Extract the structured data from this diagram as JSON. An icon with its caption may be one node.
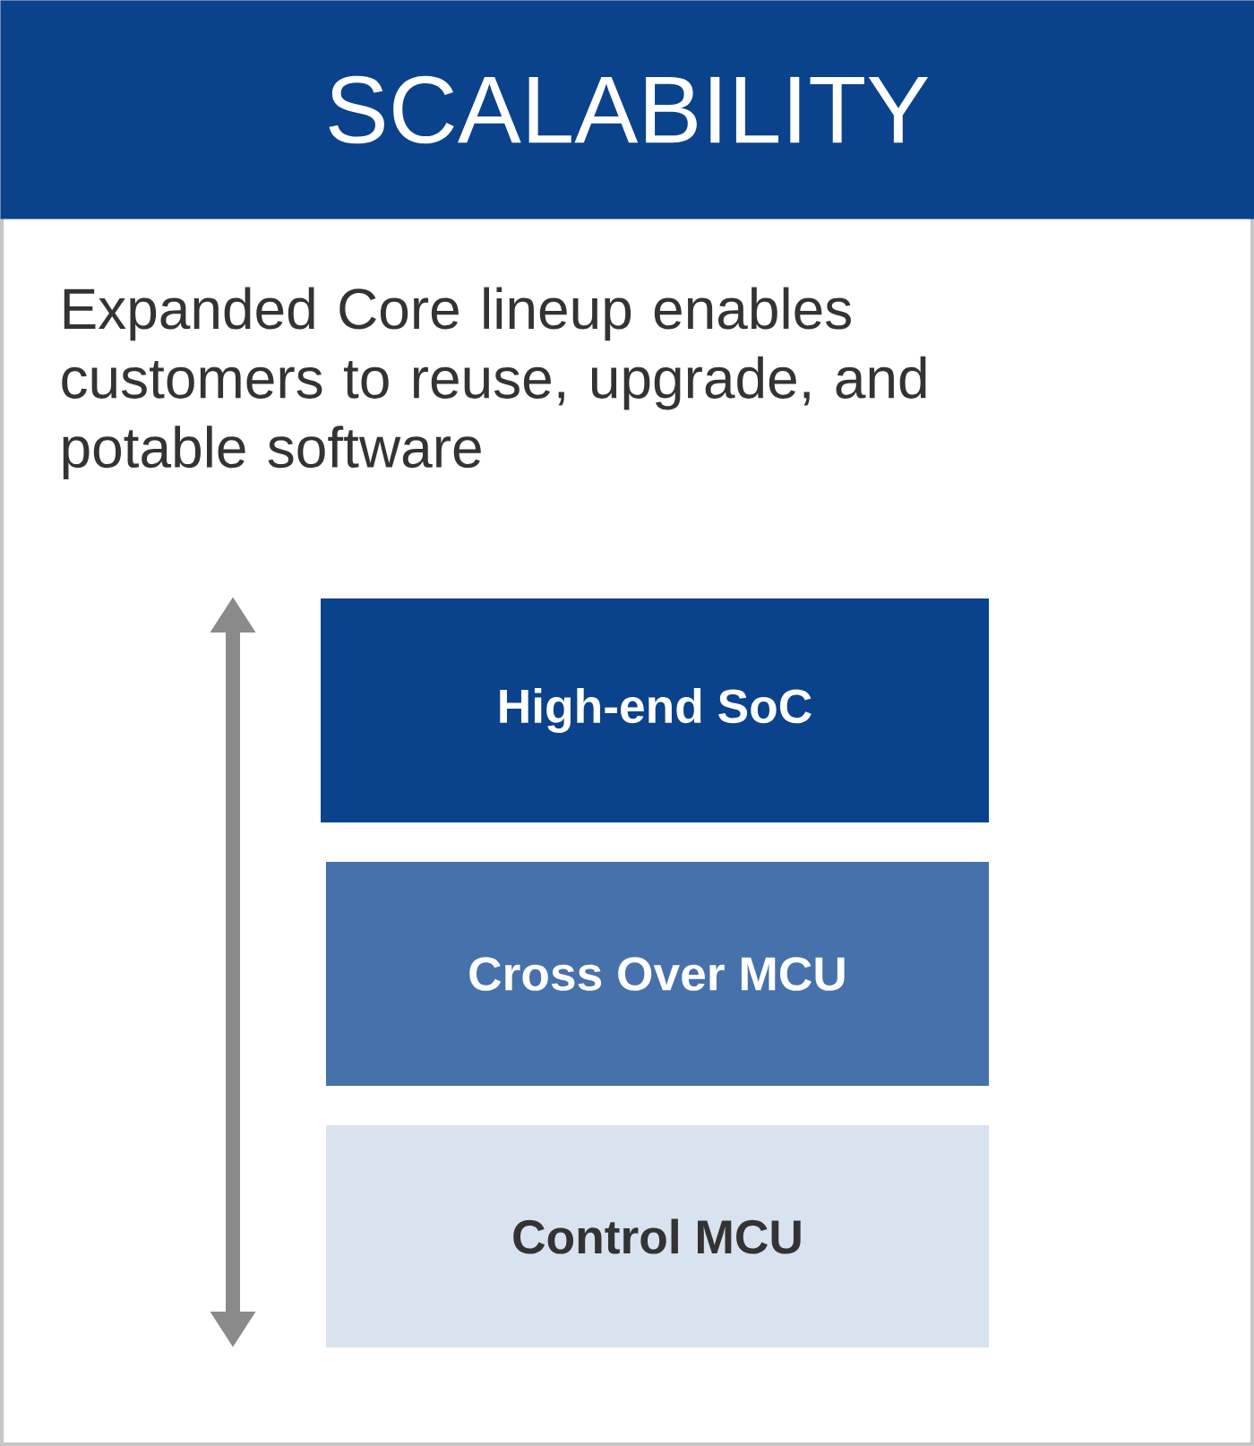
{
  "diagram": {
    "title": "SCALABILITY",
    "nodes": [
      {
        "text": [
          "High-end SoC"
        ]
      },
      {
        "text": [
          "Cross Over MCU"
        ]
      },
      {
        "text": [
          "Control MCU"
        ]
      }
    ],
    "labels": [
      "Expanded Core lineup enables customers to reuse, upgrade, and potable software"
    ]
  }
}
